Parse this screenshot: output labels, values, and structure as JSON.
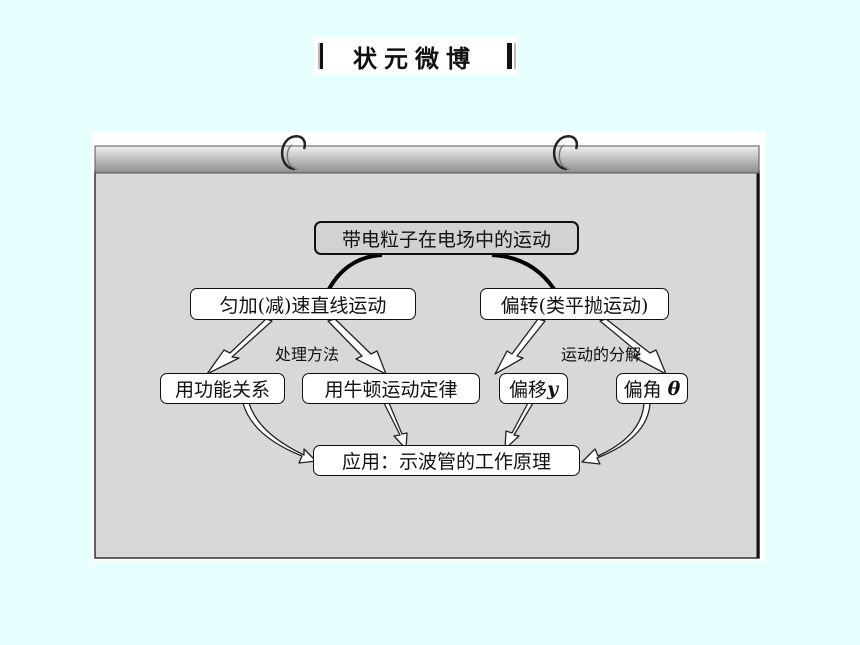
{
  "title": "状元微博",
  "diagram": {
    "root": "带电粒子在电场中的运动",
    "branch_left": "匀加(减)速直线运动",
    "branch_right": "偏转(类平抛运动)",
    "left_annotation": "处理方法",
    "right_annotation": "运动的分解",
    "left_method_1": "用功能关系",
    "left_method_2": "用牛顿运动定律",
    "right_part_1_prefix": "偏移",
    "right_part_1_var": "y",
    "right_part_2_prefix": "偏角 ",
    "right_part_2_var": "θ",
    "application": "应用：示波管的工作原理"
  },
  "colors": {
    "background": "#e6ffff",
    "board": "#d8d8d8",
    "board_top": "#cfcfcf",
    "root_fill": "#d2d2d2"
  }
}
